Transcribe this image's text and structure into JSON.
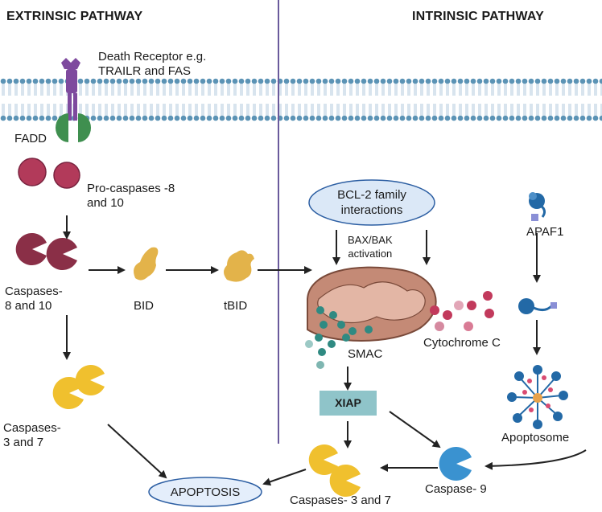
{
  "headers": {
    "extrinsic": "EXTRINSIC PATHWAY",
    "intrinsic": "INTRINSIC PATHWAY"
  },
  "labels": {
    "death_receptor": "Death Receptor e.g.\nTRAILR and FAS",
    "fadd": "FADD",
    "pro_caspases": "Pro-caspases -8\nand 10",
    "caspases_8_10": "Caspases-\n8 and 10",
    "bid": "BID",
    "tbid": "tBID",
    "caspases_3_7_left": "Caspases-\n3 and 7",
    "bcl2": "BCL-2 family\ninteractions",
    "bax_bak": "BAX/BAK\nactivation",
    "apaf1": "APAF1",
    "cytochrome_c": "Cytochrome C",
    "smac": "SMAC",
    "xiap": "XIAP",
    "apoptosome": "Apoptosome",
    "caspase_9": "Caspase- 9",
    "caspases_3_7_bottom": "Caspases- 3 and 7",
    "apoptosis": "APOPTOSIS"
  },
  "colors": {
    "membrane": "#5b93b5",
    "divider": "#6a5a9c",
    "receptor": "#7e4a9e",
    "fadd": "#3f8f4f",
    "pro_caspase": "#b23a5a",
    "caspase_8_10": "#8a2f47",
    "bid": "#e3b34a",
    "caspase_3_7": "#f0c02e",
    "bcl2_fill": "#dbe8f7",
    "bcl2_stroke": "#2d5fa3",
    "mito": "#c48a76",
    "smac": "#2f8a82",
    "cytochrome": "#c23a5c",
    "xiap": "#8fc4c9",
    "apaf1": "#2369a6",
    "caspase_9": "#3a92d0",
    "apoptosis_fill": "#e4eefb",
    "arrow": "#222222"
  }
}
